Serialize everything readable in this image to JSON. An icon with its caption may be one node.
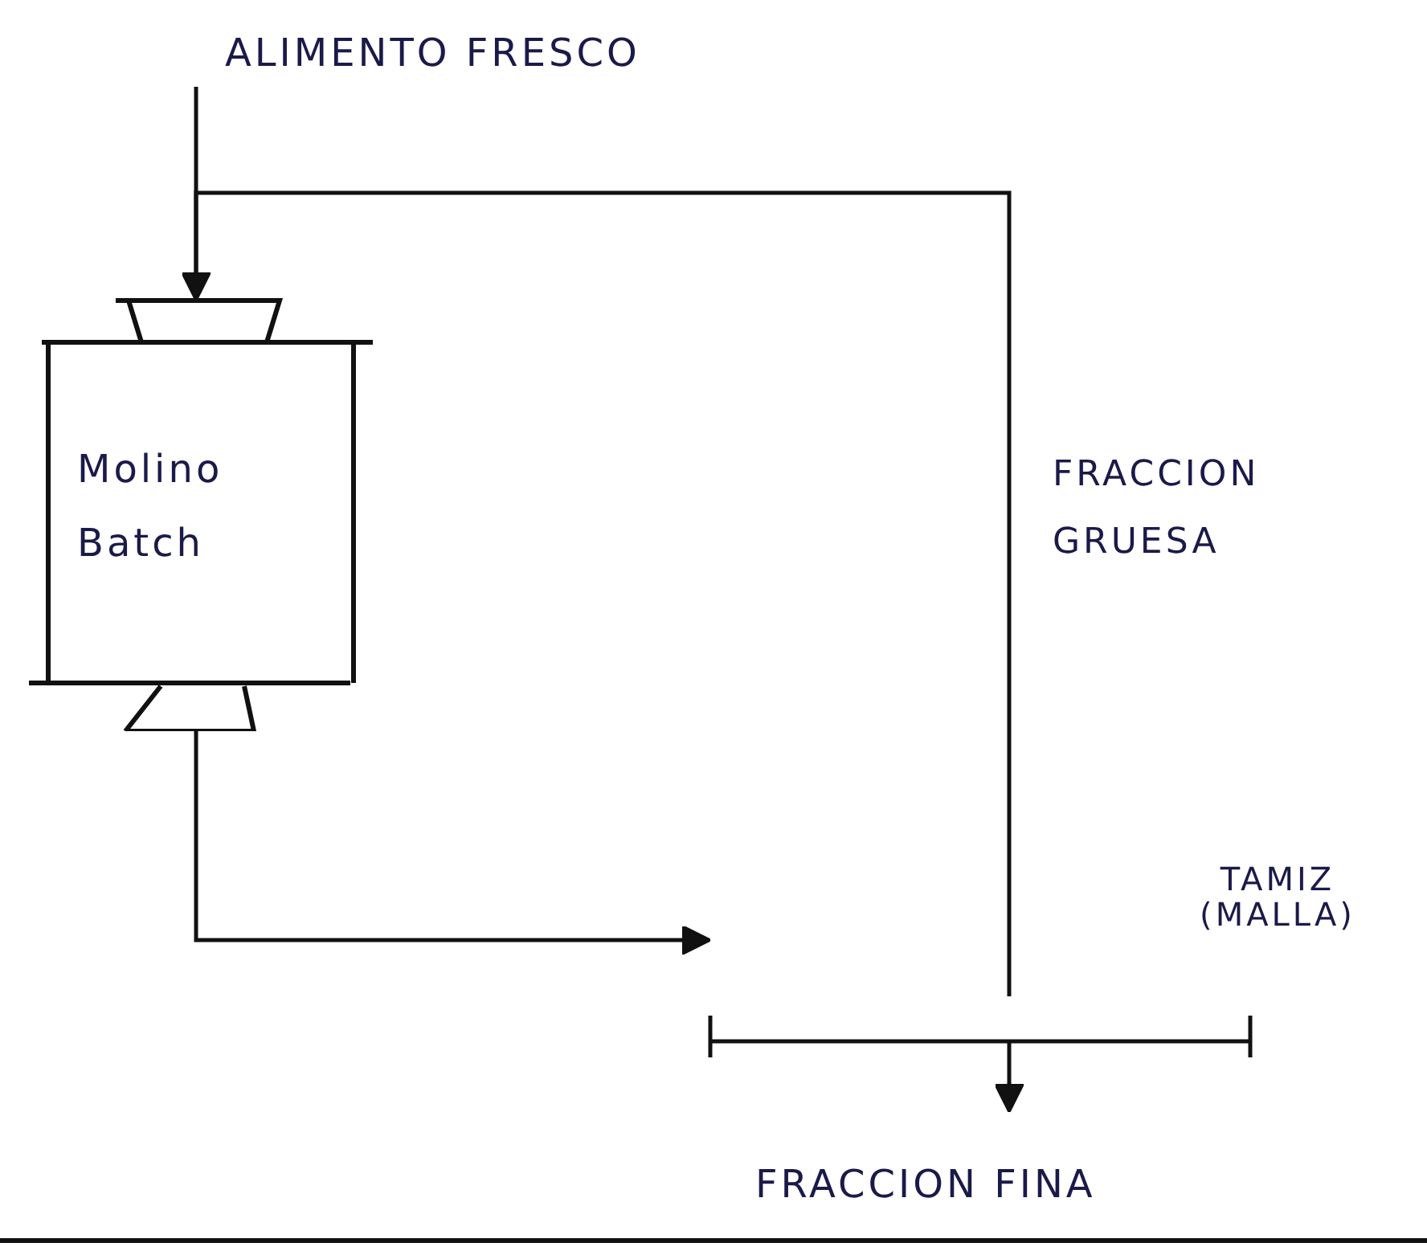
{
  "diagram": {
    "nodes": [
      {
        "text": [
          "ALIMENTO FRESCO"
        ]
      },
      {
        "text": [
          "Molino Batch"
        ]
      },
      {
        "text": [],
        "shape": "bar",
        "beside": [
          "TAMIZ (MALLA)"
        ]
      },
      {
        "text": [
          "FRACCION FINA"
        ]
      }
    ],
    "edges": [
      {
        "from": 0,
        "to": 1,
        "arrow": "none"
      },
      {
        "from": 1,
        "to": 2,
        "arrow": "to"
      },
      {
        "from": 2,
        "to": 1,
        "arrow": "to",
        "label": "FRACCION GRUESA"
      },
      {
        "from": 2,
        "to": 3,
        "arrow": "to"
      }
    ]
  }
}
